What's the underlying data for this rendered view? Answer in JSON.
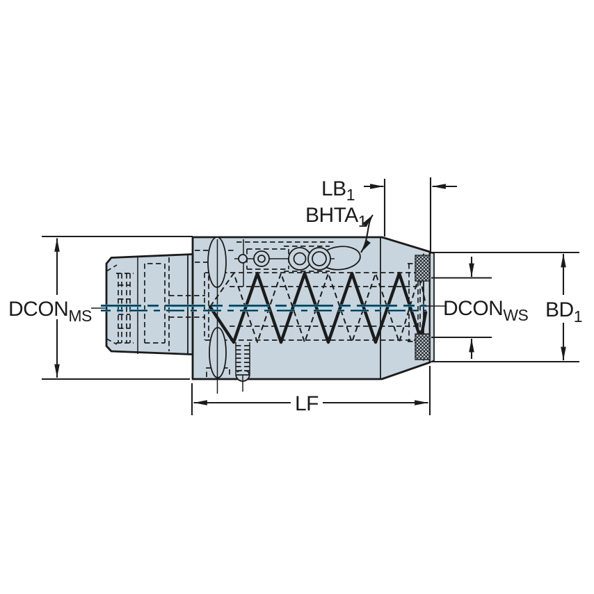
{
  "diagram": {
    "labels": {
      "lb1": {
        "text": "LB",
        "sub": "1"
      },
      "bhta1": {
        "text": "BHTA",
        "sub": "1"
      },
      "dcon_ms": {
        "text": "DCON",
        "sub": "MS"
      },
      "dcon_ws": {
        "text": "DCON",
        "sub": "WS"
      },
      "bd1": {
        "text": "BD",
        "sub": "1"
      },
      "lf": {
        "text": "LF"
      }
    },
    "colors": {
      "background": "#ffffff",
      "body_fill": "#c8d5df",
      "line": "#1b1b1b",
      "centerline": "#2aa8dc"
    }
  }
}
